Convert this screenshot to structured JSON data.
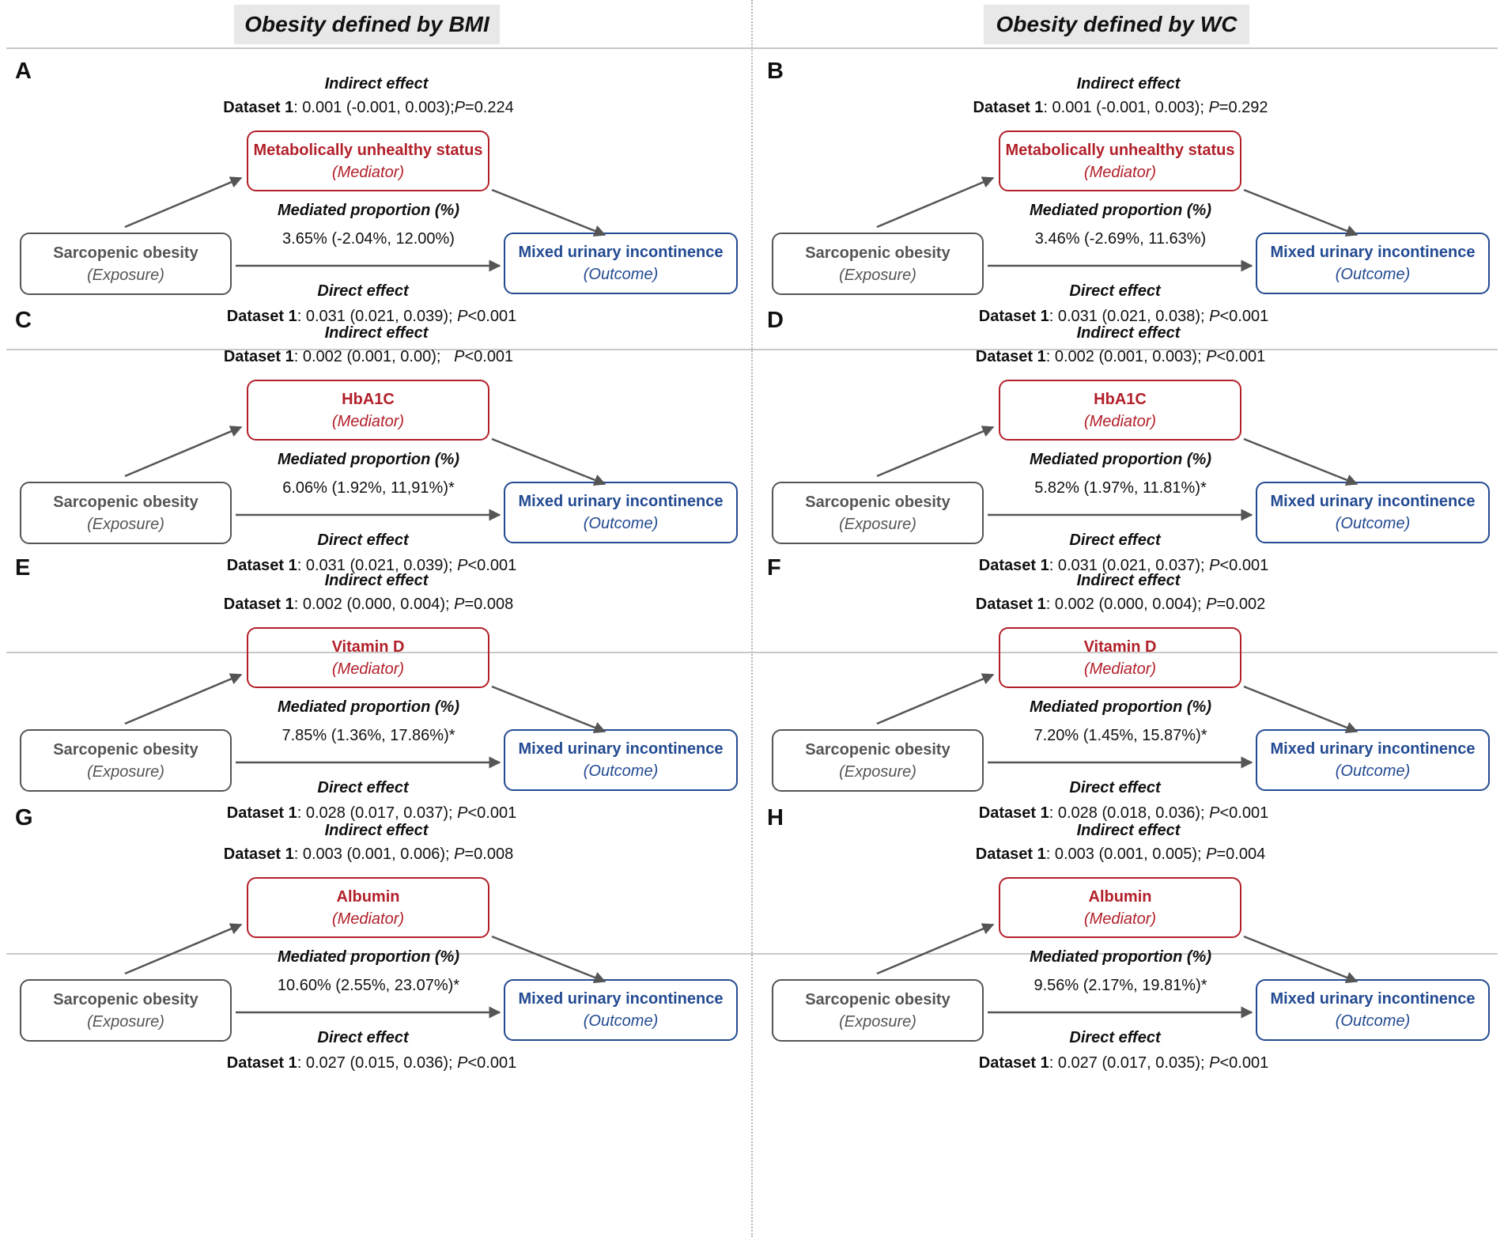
{
  "columns": [
    {
      "header": "Obesity defined by BMI"
    },
    {
      "header": "Obesity defined by WC"
    }
  ],
  "common": {
    "indirect_label": "Indirect effect",
    "mediated_label": "Mediated proportion (%)",
    "direct_label": "Direct effect",
    "dataset_label": "Dataset 1",
    "p_symbol": "P",
    "exposure_name": "Sarcopenic obesity",
    "exposure_role": "(Exposure)",
    "mediator_role": "(Mediator)",
    "outcome_name": "Mixed urinary incontinence",
    "outcome_role": "(Outcome)"
  },
  "panels": [
    {
      "letter": "A",
      "mediator": "Metabolically unhealthy status",
      "indirect_est": ": 0.001 (-0.001, 0.003);",
      "indirect_p": "=0.224",
      "mediated": "3.65% (-2.04%, 12.00%)",
      "direct_est": ": 0.031 (0.021, 0.039); ",
      "direct_p": "<0.001"
    },
    {
      "letter": "B",
      "mediator": "Metabolically unhealthy status",
      "indirect_est": ": 0.001 (-0.001, 0.003); ",
      "indirect_p": "=0.292",
      "mediated": "3.46% (-2.69%, 11.63%)",
      "direct_est": ": 0.031 (0.021, 0.038); ",
      "direct_p": "<0.001"
    },
    {
      "letter": "C",
      "mediator": "HbA1C",
      "indirect_est": ": 0.002 (0.001, 0.00);   ",
      "indirect_p": "<0.001",
      "mediated": "6.06% (1.92%, 11,91%)*",
      "direct_est": ": 0.031 (0.021, 0.039); ",
      "direct_p": "<0.001"
    },
    {
      "letter": "D",
      "mediator": "HbA1C",
      "indirect_est": ": 0.002 (0.001, 0.003); ",
      "indirect_p": "<0.001",
      "mediated": "5.82% (1.97%, 11.81%)*",
      "direct_est": ": 0.031 (0.021, 0.037); ",
      "direct_p": "<0.001"
    },
    {
      "letter": "E",
      "mediator": "Vitamin D",
      "indirect_est": ": 0.002 (0.000, 0.004); ",
      "indirect_p": "=0.008",
      "mediated": "7.85% (1.36%, 17.86%)*",
      "direct_est": ": 0.028 (0.017, 0.037); ",
      "direct_p": "<0.001"
    },
    {
      "letter": "F",
      "mediator": "Vitamin D",
      "indirect_est": ": 0.002 (0.000, 0.004); ",
      "indirect_p": "=0.002",
      "mediated": "7.20% (1.45%, 15.87%)*",
      "direct_est": ": 0.028 (0.018, 0.036); ",
      "direct_p": "<0.001"
    },
    {
      "letter": "G",
      "mediator": "Albumin",
      "indirect_est": ": 0.003 (0.001, 0.006); ",
      "indirect_p": "=0.008",
      "mediated": "10.60% (2.55%, 23.07%)*",
      "direct_est": ": 0.027 (0.015, 0.036); ",
      "direct_p": "<0.001"
    },
    {
      "letter": "H",
      "mediator": "Albumin",
      "indirect_est": ": 0.003 (0.001, 0.005); ",
      "indirect_p": "=0.004",
      "mediated": "9.56% (2.17%, 19.81%)*",
      "direct_est": ": 0.027 (0.017, 0.035); ",
      "direct_p": "<0.001"
    }
  ]
}
